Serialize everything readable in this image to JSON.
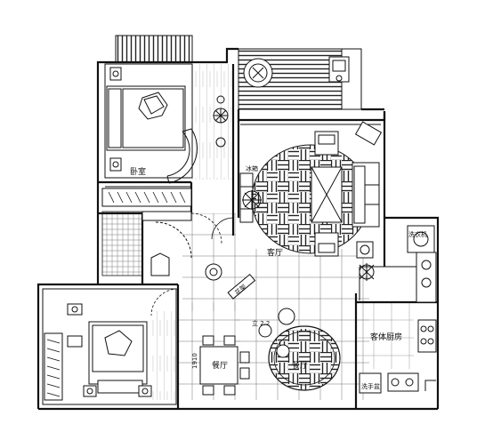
{
  "plan": {
    "rooms": {
      "master_bedroom": "卧室",
      "living_room": "客厅",
      "kitchen": "客体厨房",
      "dining_room": "餐厅",
      "dining_hall": "餐厅",
      "washing_machine": "洗衣机",
      "refrigerator": "冰箱",
      "sink_counter": "洗手盆",
      "slanted_tag": "花架"
    },
    "dimensions": {
      "vertical_1": "1910",
      "ceiling_note": "立 2.2"
    }
  }
}
